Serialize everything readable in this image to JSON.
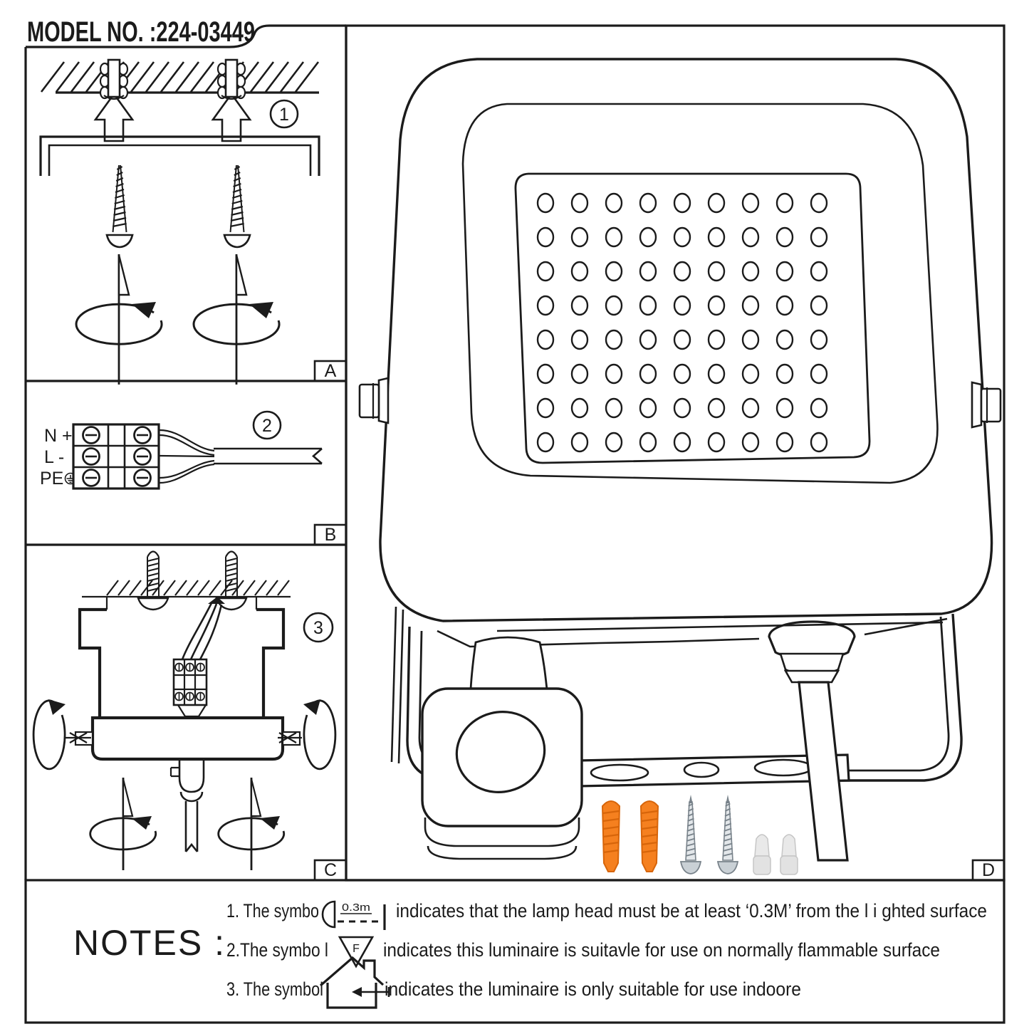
{
  "sheet": {
    "model_label": "MODEL NO. :224-03449"
  },
  "panels": {
    "a": {
      "letter": "A",
      "step_number": "1"
    },
    "b": {
      "letter": "B",
      "step_number": "2",
      "terminal_labels": [
        "N +",
        "L -",
        "PE"
      ]
    },
    "c": {
      "letter": "C",
      "step_number": "3"
    },
    "d": {
      "letter": "D"
    }
  },
  "notes": {
    "title": "NOTES :",
    "item1": {
      "prefix": "1. The symbo",
      "symbol_label": "0.3m",
      "suffix": "indicates that the lamp head must be at least ‘0.3M’ from the l i ghted surface"
    },
    "item2": {
      "prefix": "2.The symbo l",
      "symbol_label": "F",
      "suffix": "indicates this luminaire is suitavle for use on normally flammable surface"
    },
    "item3": {
      "prefix": "3. The symbol",
      "suffix": "indicates the luminaire is only suitable for use indoore"
    }
  },
  "icons": {
    "distance_symbol": "lamp-min-distance-icon",
    "flammable_symbol": "f-triangle-icon",
    "indoor_symbol": "house-indoor-icon",
    "earth_symbol": "earth-ground-icon"
  },
  "colors": {
    "line": "#1b1b1b",
    "anchor_orange": "#f5801f",
    "anchor_rib_orange": "#d7650a",
    "screw_gray": "#78828a",
    "wire_nut_gray": "#e9e9e9"
  }
}
